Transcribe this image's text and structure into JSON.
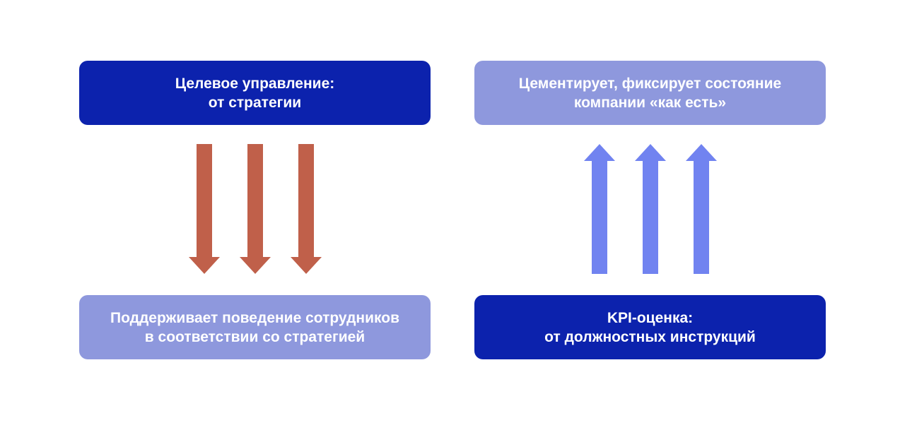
{
  "left": {
    "top_box": {
      "line1": "Целевое управление:",
      "line2": "от стратегии"
    },
    "bottom_box": {
      "line1": "Поддерживает поведение сотрудников",
      "line2": "в соответствии со стратегией"
    },
    "arrow_direction": "down",
    "arrow_count": 3
  },
  "right": {
    "top_box": {
      "line1": "Цементирует, фиксирует состояние",
      "line2": "компании «как есть»"
    },
    "bottom_box": {
      "line1": "KPI-оценка:",
      "line2": "от должностных инструкций"
    },
    "arrow_direction": "up",
    "arrow_count": 3
  },
  "colors": {
    "dark_box": "#0c22ad",
    "light_box": "#8e98dd",
    "down_arrow": "#c0604a",
    "up_arrow": "#7183f0",
    "text": "#ffffff"
  }
}
